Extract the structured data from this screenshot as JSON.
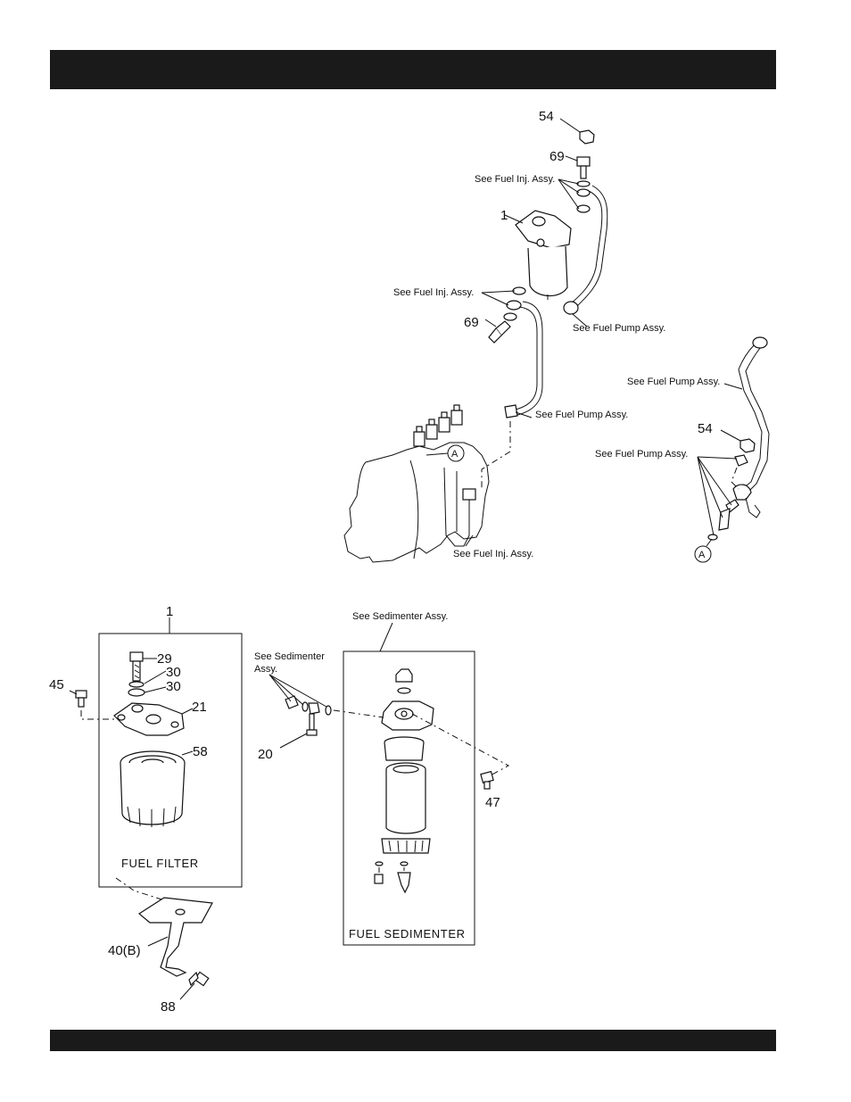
{
  "callouts": {
    "c54_top": "54",
    "c69_top": "69",
    "c1_top": "1",
    "c69_mid": "69",
    "c54_right": "54",
    "a_marker": "A",
    "a_marker_right": "A",
    "c1_filter": "1",
    "c29": "29",
    "c30a": "30",
    "c30b": "30",
    "c45": "45",
    "c21": "21",
    "c58": "58",
    "c40b": "40(B)",
    "c88": "88",
    "c20": "20",
    "c47": "47"
  },
  "notes": {
    "fuel_inj_1": "See Fuel Inj. Assy.",
    "fuel_inj_2": "See Fuel Inj. Assy.",
    "fuel_pump_1": "See Fuel Pump Assy.",
    "fuel_pump_2": "See Fuel Pump Assy.",
    "fuel_pump_3": "See Fuel Pump Assy.",
    "fuel_pump_4": "See Fuel Pump Assy.",
    "fuel_inj_3": "See Fuel Inj. Assy.",
    "sedimenter_top": "See Sedimenter Assy.",
    "sedimenter_left_1": "See Sedimenter",
    "sedimenter_left_2": "Assy."
  },
  "panels": {
    "fuel_filter": "FUEL  FILTER",
    "fuel_sedimenter": "FUEL  SEDIMENTER"
  }
}
